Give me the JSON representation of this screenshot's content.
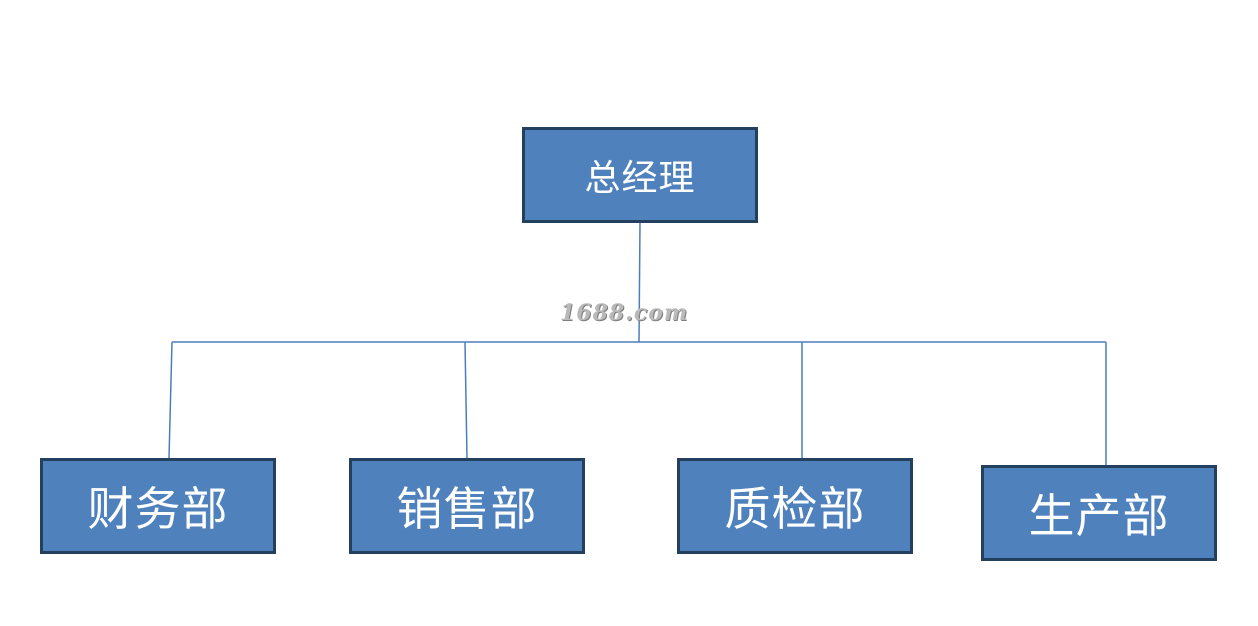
{
  "org_chart": {
    "root": {
      "label": "总经理"
    },
    "children": [
      {
        "label": "财务部"
      },
      {
        "label": "销售部"
      },
      {
        "label": "质检部"
      },
      {
        "label": "生产部"
      }
    ]
  },
  "watermark": "1688.com",
  "colors": {
    "box_fill": "#4f81bd",
    "box_border": "#253f5e",
    "box_text": "#ffffff",
    "connector": "#4a7ebb"
  }
}
